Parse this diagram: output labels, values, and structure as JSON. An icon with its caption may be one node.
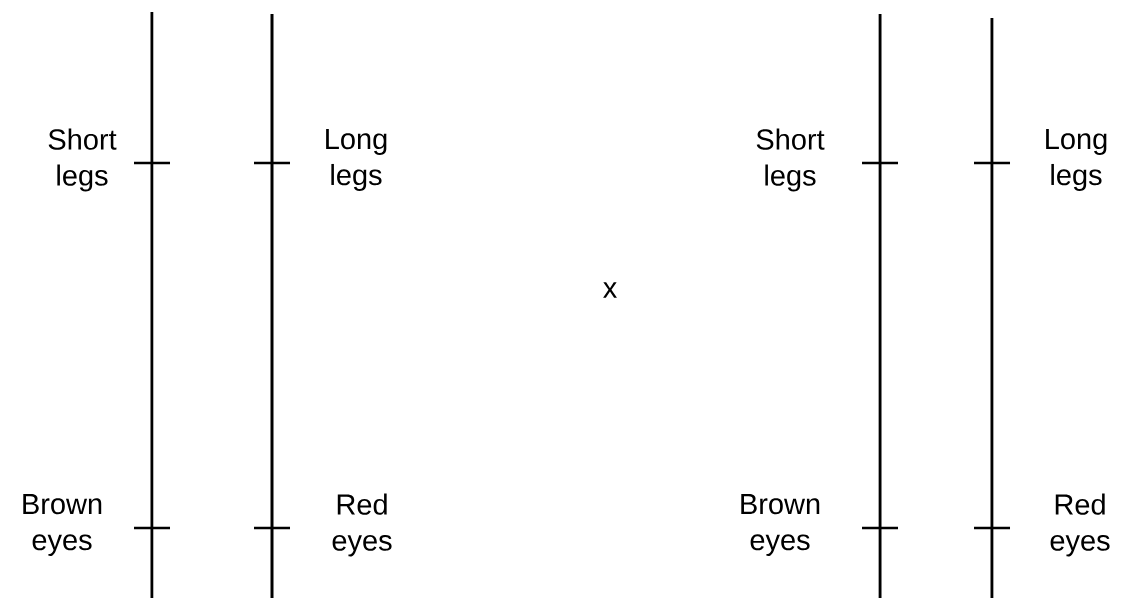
{
  "diagram": {
    "labels": [
      "Short legs",
      "Long legs",
      "x",
      "Short legs",
      "Long legs",
      "Brown eyes",
      "Red eyes",
      "Brown eyes",
      "Red eyes"
    ]
  }
}
